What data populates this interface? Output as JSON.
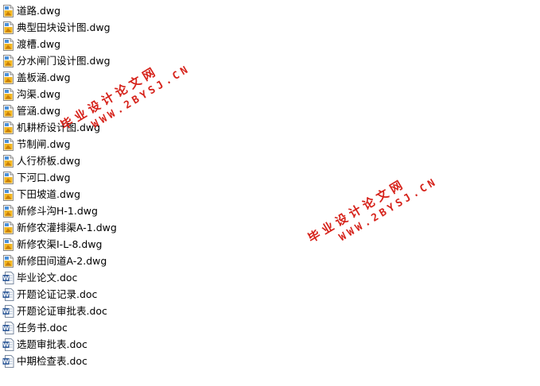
{
  "files": [
    {
      "name": "道路.dwg",
      "type": "dwg"
    },
    {
      "name": "典型田块设计图.dwg",
      "type": "dwg"
    },
    {
      "name": "渡槽.dwg",
      "type": "dwg"
    },
    {
      "name": "分水闸门设计图.dwg",
      "type": "dwg"
    },
    {
      "name": "盖板涵.dwg",
      "type": "dwg"
    },
    {
      "name": "沟渠.dwg",
      "type": "dwg"
    },
    {
      "name": "管涵.dwg",
      "type": "dwg"
    },
    {
      "name": "机耕桥设计图.dwg",
      "type": "dwg"
    },
    {
      "name": "节制闸.dwg",
      "type": "dwg"
    },
    {
      "name": "人行桥板.dwg",
      "type": "dwg"
    },
    {
      "name": "下河口.dwg",
      "type": "dwg"
    },
    {
      "name": "下田坡道.dwg",
      "type": "dwg"
    },
    {
      "name": "新修斗沟H-1.dwg",
      "type": "dwg"
    },
    {
      "name": "新修农灌排渠A-1.dwg",
      "type": "dwg"
    },
    {
      "name": "新修农渠I-L-8.dwg",
      "type": "dwg"
    },
    {
      "name": "新修田间道A-2.dwg",
      "type": "dwg"
    },
    {
      "name": "毕业论文.doc",
      "type": "doc"
    },
    {
      "name": "开题论证记录.doc",
      "type": "doc"
    },
    {
      "name": "开题论证审批表.doc",
      "type": "doc"
    },
    {
      "name": "任务书.doc",
      "type": "doc"
    },
    {
      "name": "选题审批表.doc",
      "type": "doc"
    },
    {
      "name": "中期检查表.doc",
      "type": "doc"
    }
  ],
  "watermark": {
    "text": "毕业设计论文网",
    "url": "WWW.2BYSJ.CN",
    "color": "#d6221a"
  },
  "colors": {
    "dwg_icon_accent": "#f2b51e",
    "doc_icon_accent": "#2b5797"
  }
}
